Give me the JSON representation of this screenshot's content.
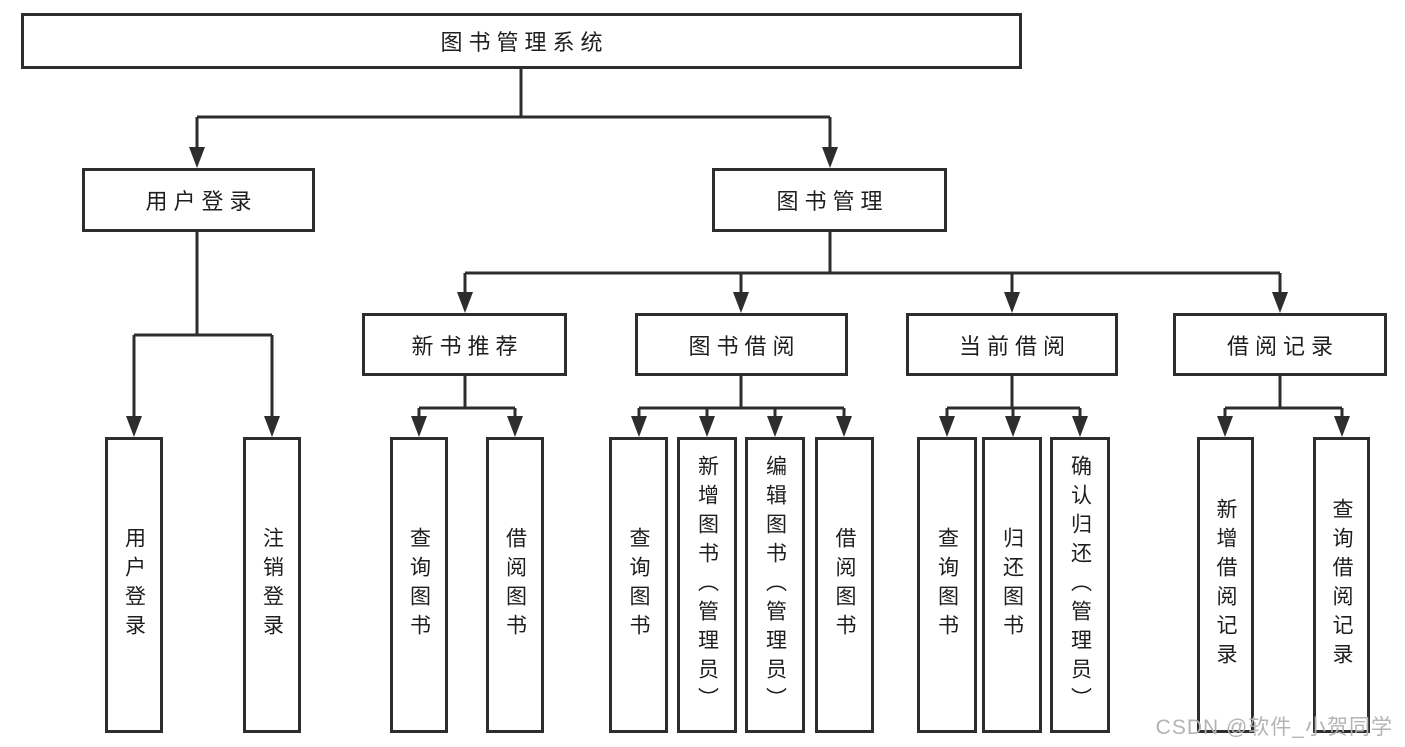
{
  "diagram": {
    "root": "图书管理系统",
    "branches": [
      {
        "label": "用户登录",
        "children": [
          "用户登录",
          "注销登录"
        ]
      },
      {
        "label": "图书管理",
        "groups": [
          {
            "label": "新书推荐",
            "children": [
              "查询图书",
              "借阅图书"
            ]
          },
          {
            "label": "图书借阅",
            "children": [
              "查询图书",
              "新增图书（管理员）",
              "编辑图书（管理员）",
              "借阅图书"
            ]
          },
          {
            "label": "当前借阅",
            "children": [
              "查询图书",
              "归还图书",
              "确认归还（管理员）"
            ]
          },
          {
            "label": "借阅记录",
            "children": [
              "新增借阅记录",
              "查询借阅记录"
            ]
          }
        ]
      }
    ]
  },
  "watermark": "CSDN @软件_小贺同学",
  "colors": {
    "line": "#2d2d2d",
    "box_border": "#2d2d2d",
    "text": "#1e1e1e",
    "watermark": "#b3b3b3",
    "background": "#ffffff"
  }
}
